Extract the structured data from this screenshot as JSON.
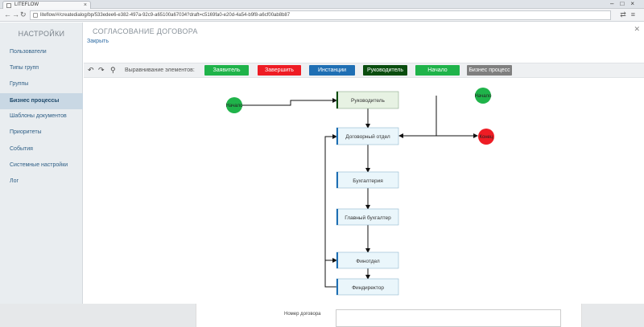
{
  "browser": {
    "tab_title": "LITEFLOW",
    "url": "liteflow/#/createdialog/bp/533edee6-e382-497a-92c9-a65100a67034?draft=c5169fa0-e20d-4a54-b9f8-a6cf00ab8b87"
  },
  "sidebar": {
    "title": "НАСТРОЙКИ",
    "items": [
      {
        "label": "Пользователи"
      },
      {
        "label": "Типы групп"
      },
      {
        "label": "Группы"
      },
      {
        "label": "Бизнес процессы",
        "active": true
      },
      {
        "label": "Шаблоны документов"
      },
      {
        "label": "Приоритеты"
      },
      {
        "label": "События"
      },
      {
        "label": "Системные настройки"
      },
      {
        "label": "Лог"
      }
    ]
  },
  "main": {
    "title": "СОГЛАСОВАНИЕ ДОГОВОРА",
    "close_label": "Закрыть"
  },
  "toolbar": {
    "align_label": "Выравнивание элементов:",
    "legend": [
      {
        "label": "Заявитель",
        "color": "#1fb34a"
      },
      {
        "label": "Завершить",
        "color": "#ee1c24"
      },
      {
        "label": "Инстанции",
        "color": "#1f6fb4"
      },
      {
        "label": "Руководитель",
        "color": "#0a4d0f"
      },
      {
        "label": "Начало",
        "color": "#1fb34a"
      },
      {
        "label": "Бизнес процесс",
        "color": "#7f7f7f"
      }
    ]
  },
  "diagram": {
    "nodes": {
      "start_left": "Начало",
      "start_right": "Начало",
      "end": "Конец",
      "manager": "Руководитель",
      "contract_dept": "Договорный отдел",
      "accounting": "Бухгалтерия",
      "chief_accountant": "Главный бухгалтер",
      "fin_dept": "Финотдел",
      "fin_director": "Финдиректор"
    }
  },
  "form": {
    "contract_number_label": "Номер договора",
    "contract_number_value": ""
  }
}
